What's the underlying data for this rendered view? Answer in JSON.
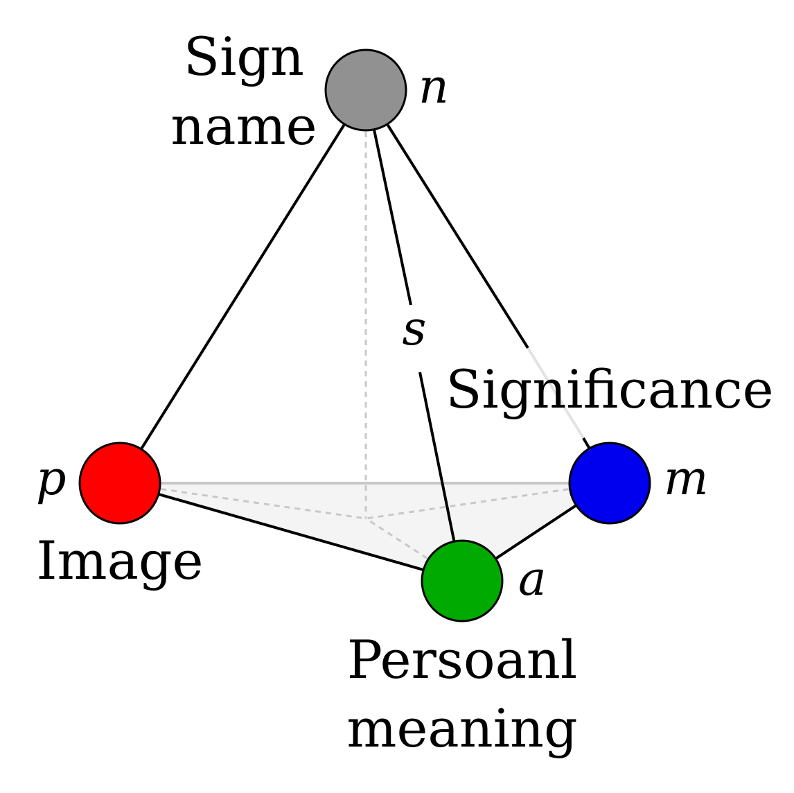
{
  "nodes": {
    "sign_name": {
      "symbol": "n",
      "label_lines": [
        "Sign",
        "name"
      ],
      "color": "#919191"
    },
    "image": {
      "symbol": "p",
      "label_lines": [
        "Image"
      ],
      "color": "#ff0000"
    },
    "significance": {
      "symbol": "m",
      "label_lines": [
        "Significance"
      ],
      "color": "#0000ee"
    },
    "personal_meaning": {
      "symbol": "a",
      "label_lines": [
        "Persoanl",
        "meaning"
      ],
      "color": "#00aa00"
    }
  },
  "edge_label": "s"
}
